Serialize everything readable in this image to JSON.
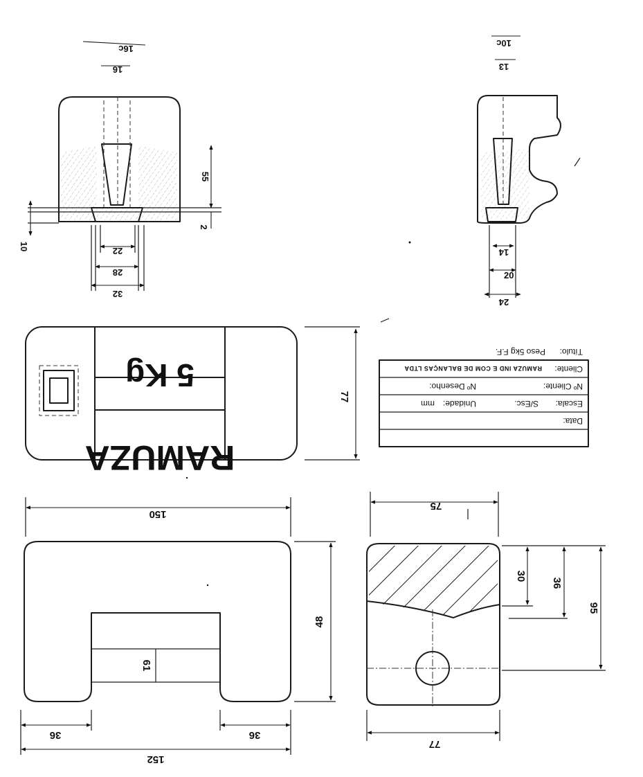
{
  "label_plate": {
    "weight_text": "5 Kg",
    "brand_text": "RAMUZA",
    "height_dim": "77"
  },
  "title_block": {
    "rows": [
      {
        "label": "Data:",
        "value": ""
      },
      {
        "label": "Escala:",
        "value": "S/Esc.",
        "label2": "Unidade:",
        "value2": "mm"
      },
      {
        "label": "Nº Cliente:",
        "value": "",
        "label2": "Nº Desenho:",
        "value2": ""
      },
      {
        "label": "Cliente:",
        "value": "RAMUZA IND E COM DE BALANÇAS LTDA"
      },
      {
        "label": "Título:",
        "value": "Peso 5kg F.F."
      }
    ]
  },
  "handle_detail_front": {
    "dims": [
      "16c",
      "16",
      "55",
      "2",
      "10",
      "22",
      "28",
      "32"
    ]
  },
  "handle_detail_side": {
    "dims": [
      "10c",
      "13",
      "14",
      "20",
      "24"
    ]
  },
  "front_view": {
    "dims": [
      "150",
      "48",
      "61",
      "36",
      "36",
      "152"
    ]
  },
  "side_section": {
    "dims": [
      "75",
      "30",
      "36",
      "95",
      "77"
    ]
  }
}
